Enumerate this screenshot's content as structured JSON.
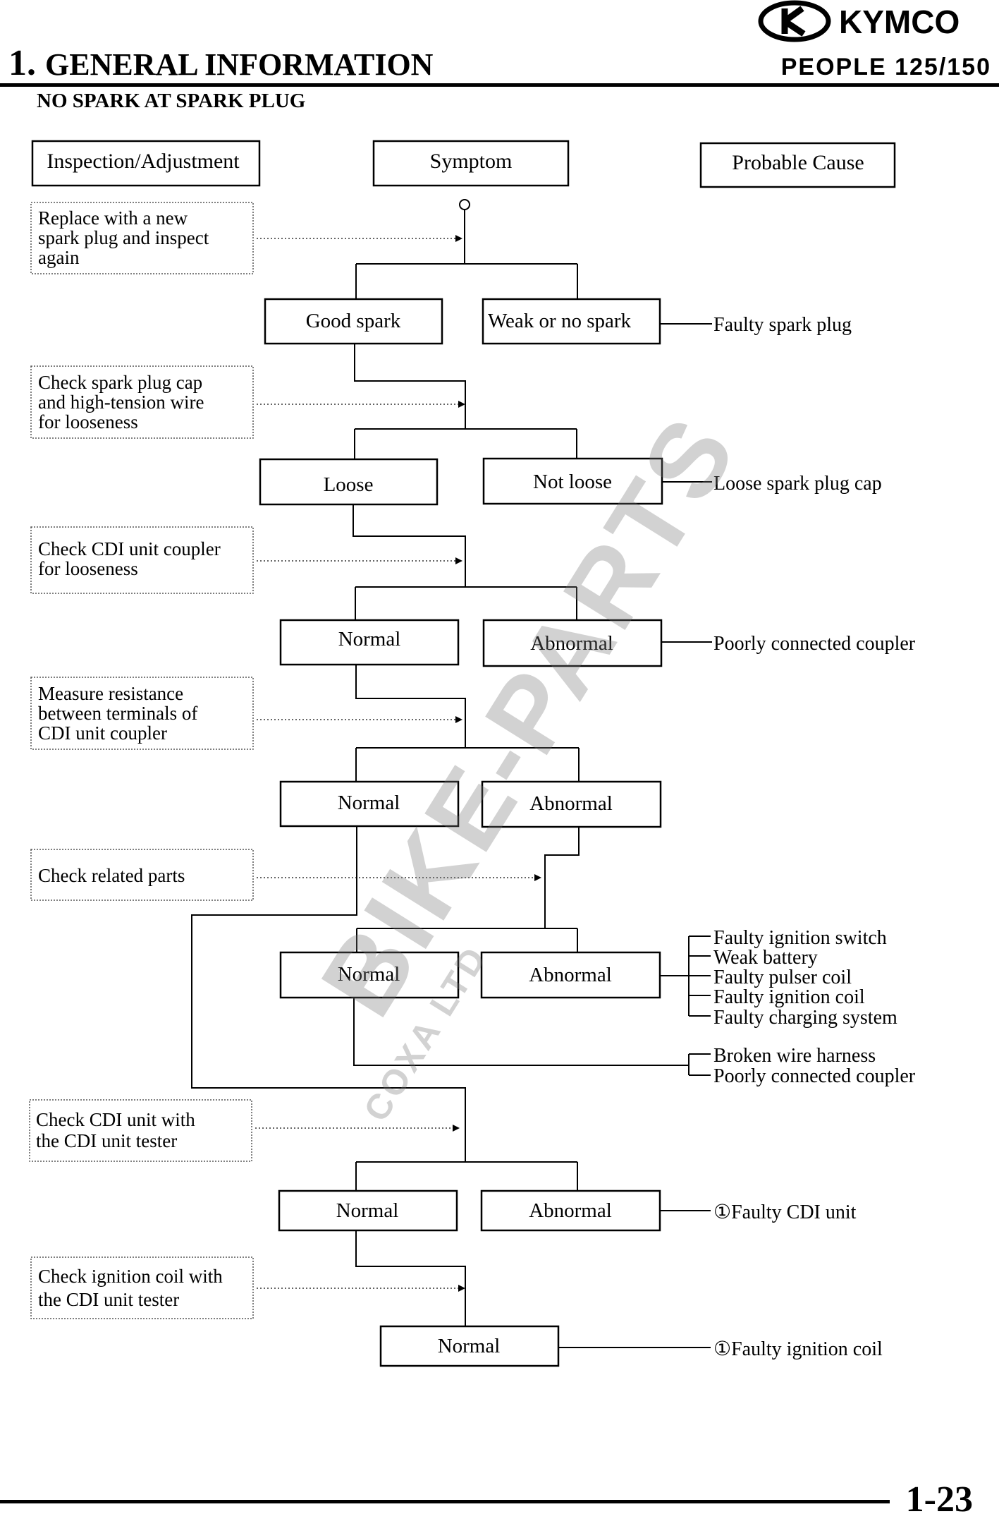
{
  "header": {
    "chapter_number": "1.",
    "chapter_title": "GENERAL INFORMATION",
    "model": "PEOPLE 125/150",
    "brand": "KYMCO",
    "section_title": "NO SPARK AT SPARK PLUG"
  },
  "columns": {
    "inspection": "Inspection/Adjustment",
    "symptom": "Symptom",
    "cause": "Probable Cause"
  },
  "inspections": [
    [
      "Replace with a new",
      "spark plug and inspect",
      "again"
    ],
    [
      "Check spark plug cap",
      "and high-tension wire",
      "for looseness"
    ],
    [
      "Check CDI unit coupler",
      "for looseness"
    ],
    [
      "Measure resistance",
      "between terminals of",
      "CDI unit coupler"
    ],
    [
      "Check related parts"
    ],
    [
      "Check CDI unit with",
      "the CDI unit tester"
    ],
    [
      "Check ignition coil with",
      "the CDI unit tester"
    ]
  ],
  "symptoms": {
    "s1_left": "Good spark",
    "s1_right": "Weak or no spark",
    "s2_left": "Loose",
    "s2_right": "Not loose",
    "s3_left": "Normal",
    "s3_right": "Abnormal",
    "s4_left": "Normal",
    "s4_right": "Abnormal",
    "s5_left": "Normal",
    "s5_right": "Abnormal",
    "s6_left": "Normal",
    "s6_right": "Abnormal",
    "s7": "Normal"
  },
  "causes": {
    "c1": "Faulty spark plug",
    "c2": "Loose spark plug cap",
    "c3": "Poorly connected coupler",
    "c5_group": [
      "Faulty ignition switch",
      "Weak battery",
      "Faulty pulser coil",
      "Faulty ignition coil",
      "Faulty charging system"
    ],
    "c5_normal_group": [
      "Broken wire harness",
      "Poorly connected coupler"
    ],
    "c6": "①Faulty CDI unit",
    "c7": "①Faulty ignition coil"
  },
  "watermark": {
    "main": "BIKE-PARTS",
    "sub": "COXA LTD"
  },
  "footer": {
    "page_number": "1-23"
  }
}
